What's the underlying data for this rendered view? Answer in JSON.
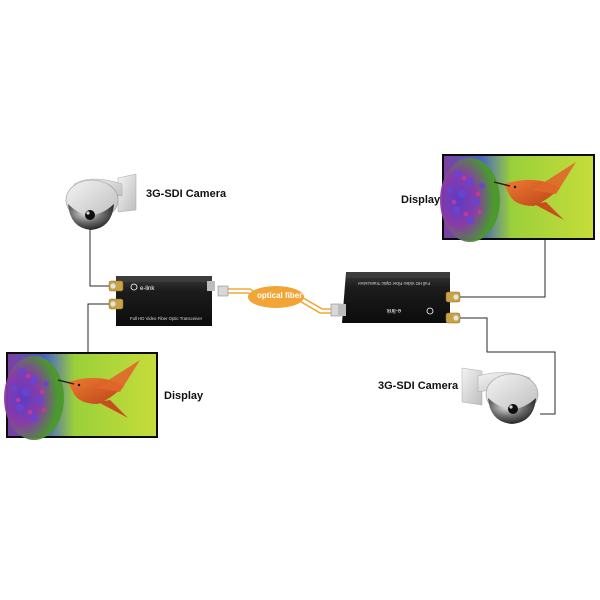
{
  "labels": {
    "camera_left": "3G-SDI Camera",
    "camera_right": "3G-SDI Camera",
    "display_left": "Display",
    "display_right": "Display",
    "fiber": "optical fiber"
  },
  "devices": {
    "brand": "e-link",
    "transceiver_text": "Full HD Video Fiber Optic Transceiver"
  },
  "colors": {
    "fiber": "#f2a93a",
    "wire": "#2a2a2a",
    "device_body": "#1c1c1c",
    "connector": "#c9a447"
  }
}
